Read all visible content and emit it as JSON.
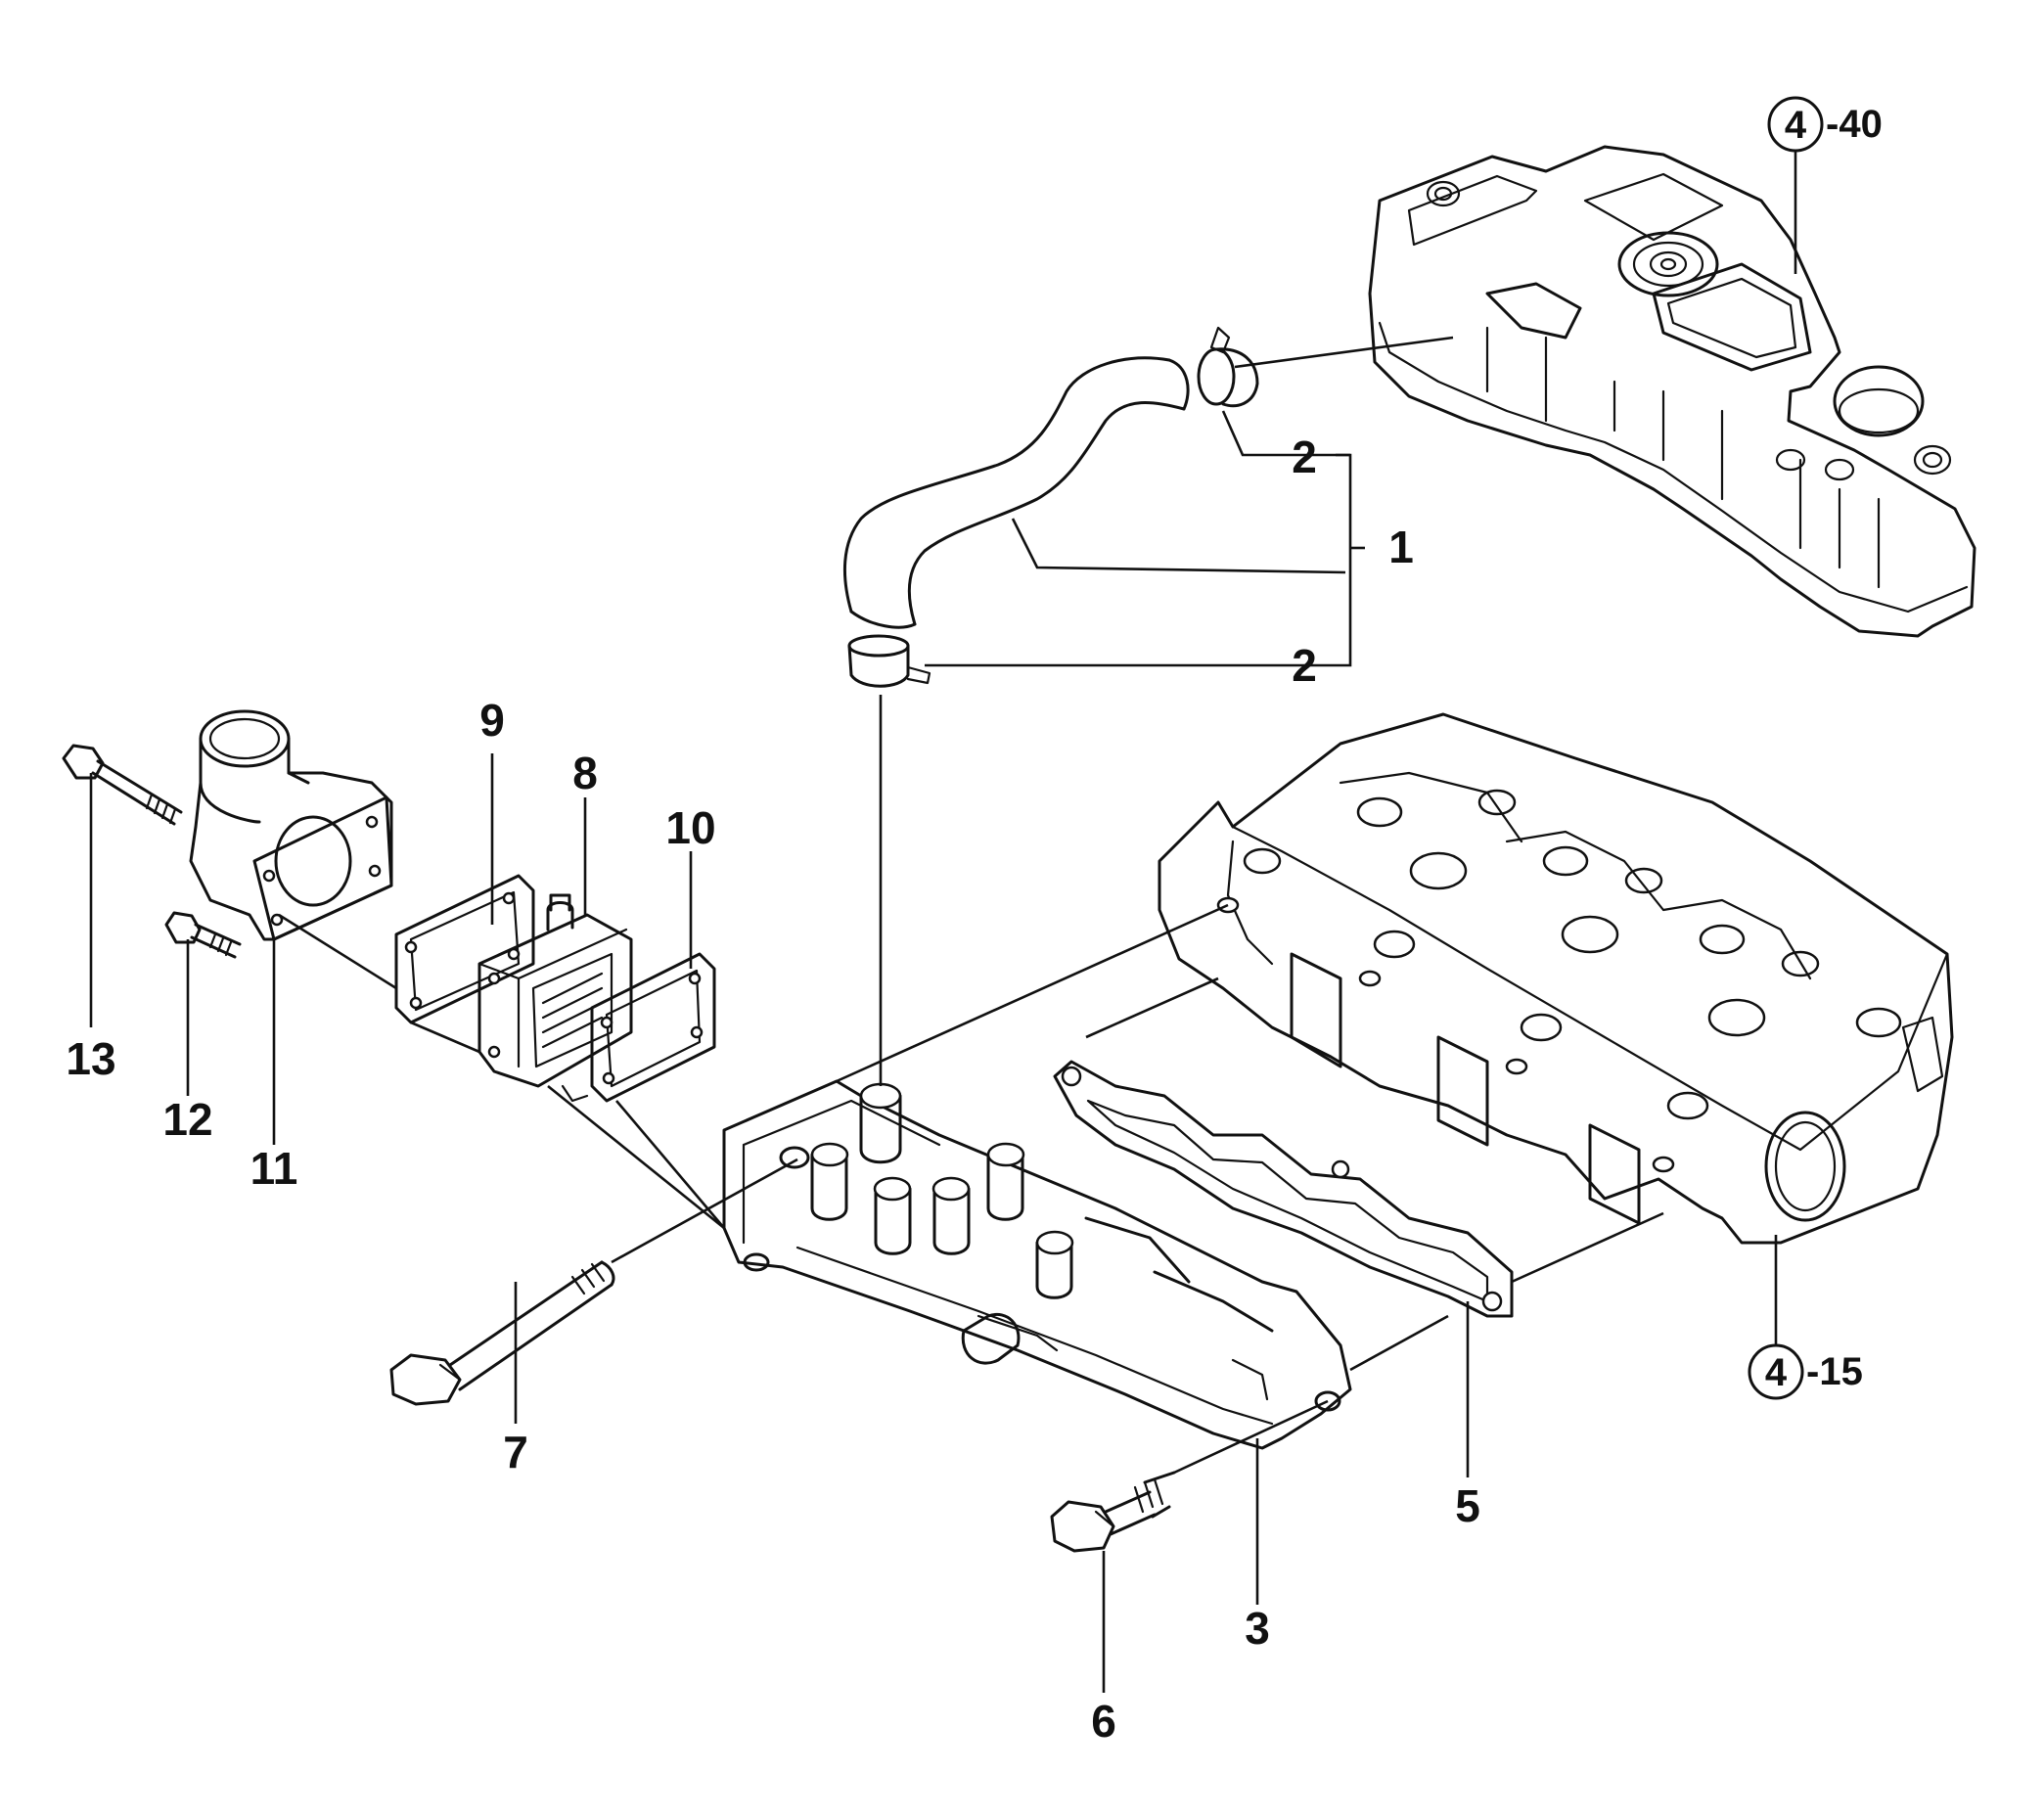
{
  "diagram": {
    "part_labels": [
      {
        "id": "1",
        "text": "1"
      },
      {
        "id": "2a",
        "text": "2"
      },
      {
        "id": "2b",
        "text": "2"
      },
      {
        "id": "3",
        "text": "3"
      },
      {
        "id": "5",
        "text": "5"
      },
      {
        "id": "6",
        "text": "6"
      },
      {
        "id": "7",
        "text": "7"
      },
      {
        "id": "8",
        "text": "8"
      },
      {
        "id": "9",
        "text": "9"
      },
      {
        "id": "10",
        "text": "10"
      },
      {
        "id": "11",
        "text": "11"
      },
      {
        "id": "12",
        "text": "12"
      },
      {
        "id": "13",
        "text": "13"
      }
    ],
    "references": [
      {
        "id": "ref-top",
        "circle": "4",
        "suffix": "-40"
      },
      {
        "id": "ref-bottom",
        "circle": "4",
        "suffix": "-15"
      }
    ]
  }
}
